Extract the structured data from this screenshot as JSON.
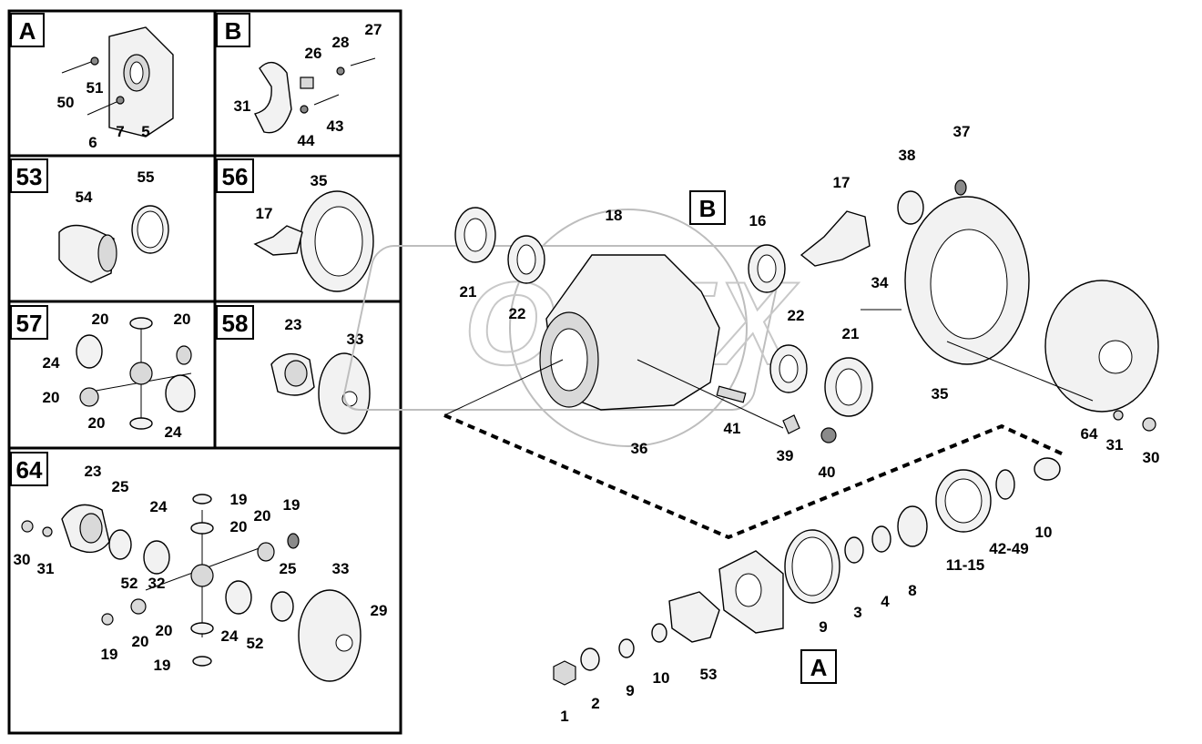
{
  "panels": [
    {
      "id": "A",
      "labels": [
        "50",
        "51",
        "6",
        "7",
        "5"
      ]
    },
    {
      "id": "B",
      "labels": [
        "26",
        "28",
        "27",
        "31",
        "44",
        "43"
      ]
    },
    {
      "id": "53",
      "labels": [
        "55",
        "54"
      ]
    },
    {
      "id": "56",
      "labels": [
        "35",
        "17"
      ]
    },
    {
      "id": "57",
      "labels": [
        "20",
        "20",
        "24",
        "20",
        "20",
        "24"
      ]
    },
    {
      "id": "58",
      "labels": [
        "23",
        "33"
      ]
    },
    {
      "id": "64",
      "labels": [
        "23",
        "25",
        "19",
        "24",
        "20",
        "20",
        "19",
        "30",
        "31",
        "52",
        "32",
        "25",
        "33",
        "29",
        "19",
        "20",
        "24",
        "52",
        "20",
        "19"
      ]
    }
  ],
  "main_labels": [
    "18",
    "16",
    "17",
    "38",
    "37",
    "21",
    "22",
    "22",
    "21",
    "34",
    "35",
    "41",
    "36",
    "39",
    "40",
    "64",
    "31",
    "30",
    "10",
    "42-49",
    "11-15",
    "8",
    "4",
    "3",
    "9",
    "53",
    "10",
    "9",
    "2",
    "1"
  ],
  "callouts": [
    "B",
    "A"
  ],
  "watermark": "OPEX"
}
